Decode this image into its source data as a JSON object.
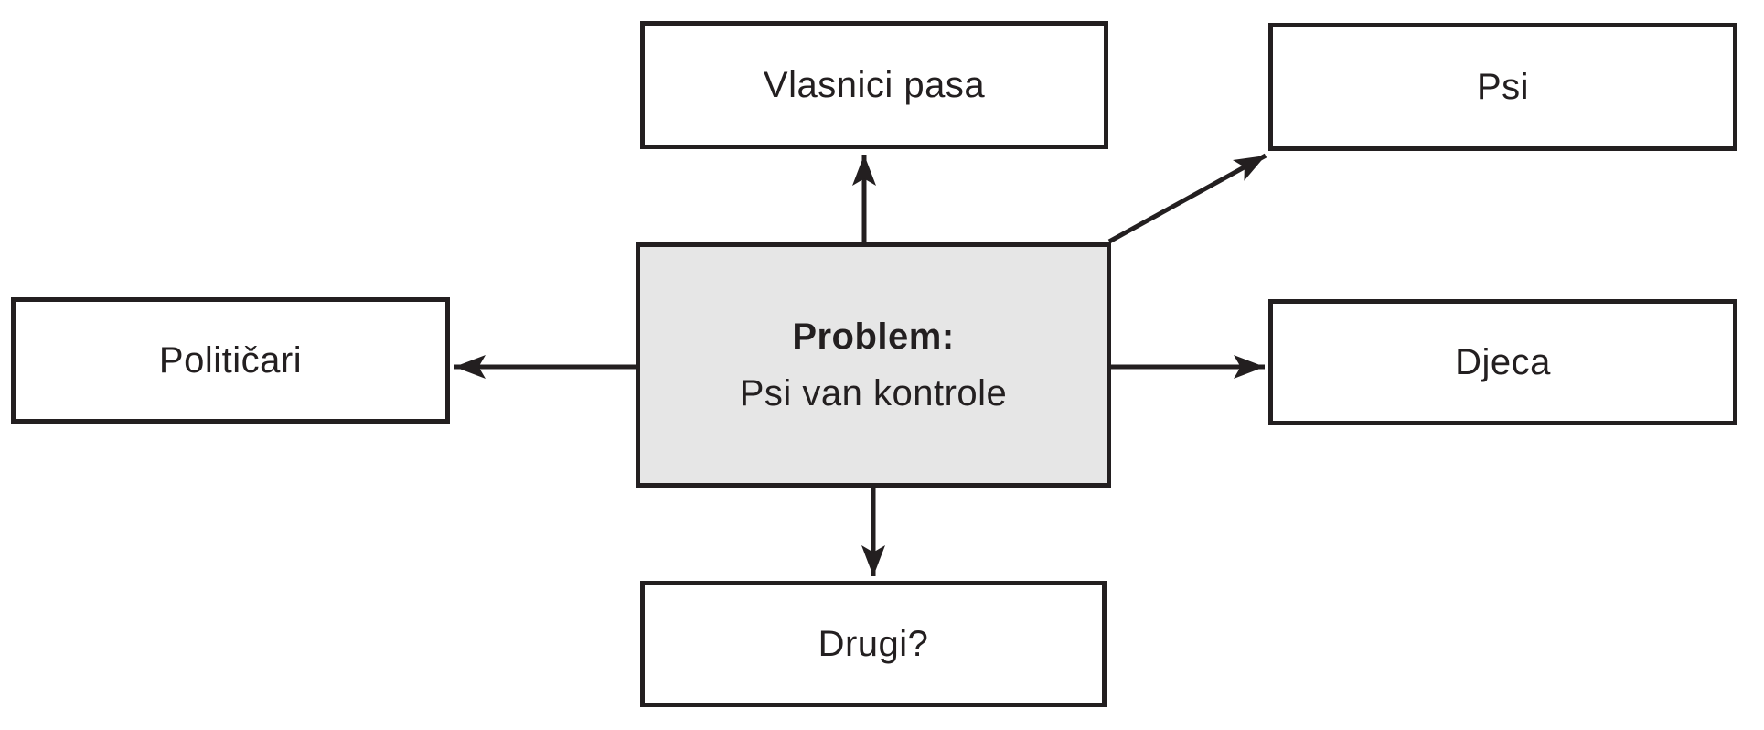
{
  "diagram": {
    "central_node": {
      "heading": "Problem:",
      "text": "Psi van kontrole"
    },
    "nodes": {
      "vlasnici_pasa": {
        "label": "Vlasnici pasa"
      },
      "psi": {
        "label": "Psi"
      },
      "politicari": {
        "label": "Političari"
      },
      "djeca": {
        "label": "Djeca"
      },
      "drugi": {
        "label": "Drugi?"
      }
    },
    "colors": {
      "stroke": "#231f20",
      "central_fill": "#e6e6e6",
      "node_fill": "#ffffff",
      "background": "#ffffff"
    }
  }
}
